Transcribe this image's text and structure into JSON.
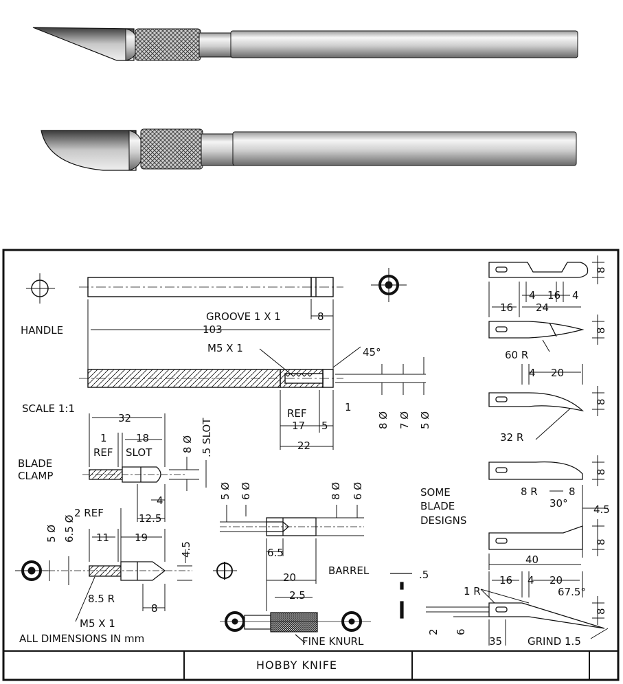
{
  "labels": {
    "handle": "HANDLE",
    "groove": "GROOVE 1 X 1",
    "thread_m5": "M5 X 1",
    "scale": "SCALE 1:1",
    "ref": "REF",
    "blade_clamp_1": "BLADE",
    "blade_clamp_2": "CLAMP",
    "ref2": "2 REF",
    "some": "SOME",
    "blade": "BLADE",
    "designs": "DESIGNS",
    "barrel": "BARREL",
    "fine_knurl": "FINE KNURL",
    "all_dims": "ALL DIMENSIONS IN mm",
    "m5x1_bottom": "M5 X 1",
    "grind": "GRIND 1.5",
    "ref_top": "1",
    "ref_label": "REF",
    "slot_label": "SLOT",
    "slot_dia": ".5 SLOT"
  },
  "dims": {
    "d8_groove": "8",
    "d103": "103",
    "d45": "45°",
    "d1": "1",
    "d17": "17",
    "d5": "5",
    "d22": "22",
    "dia8": "8 Ø",
    "dia7": "7 Ø",
    "dia5": "5 Ø",
    "d32": "32",
    "d18": "18",
    "dia8b": "8 Ø",
    "d4": "4",
    "d12_5": "12.5",
    "d11": "11",
    "d19": "19",
    "d4_5": "4.5",
    "dia5b": "5 Ø",
    "dia6_5": "6.5 Ø",
    "d8_5r": "8.5 R",
    "d8": "8",
    "dia5c": "5 Ø",
    "dia6": "6 Ø",
    "dia8c": "8 Ø",
    "dia6b": "6 Ø",
    "d6_5": "6.5",
    "d20": "20",
    "d2_5": "2.5",
    "d_5": ".5",
    "b_4a": "4",
    "b_16": "16",
    "b_4b": "4",
    "b_16b": "16",
    "b_24": "24",
    "b_8a": "8",
    "b_8b": "8",
    "b_60r": "60 R",
    "b_4c": "4",
    "b_20": "20",
    "b_8c": "8",
    "b_32r": "32 R",
    "b_8d": "8",
    "b_8r": "8 R",
    "b_8e": "8",
    "b_4_5": "4.5",
    "b_30": "30°",
    "b_8f": "8",
    "b_40": "40",
    "b_1r": "1 R",
    "b_16c": "16",
    "b_4d": "4",
    "b_20b": "20",
    "b_67_5": "67.5°",
    "b_8g": "8",
    "b_2": "2",
    "b_6": "6",
    "b_35": "35"
  },
  "title_block": {
    "title": "HOBBY KNIFE"
  },
  "colors": {
    "ink": "#111111",
    "metal_light": "#e8e8e8",
    "metal_mid": "#b8b8b8",
    "metal_dark": "#555555"
  }
}
